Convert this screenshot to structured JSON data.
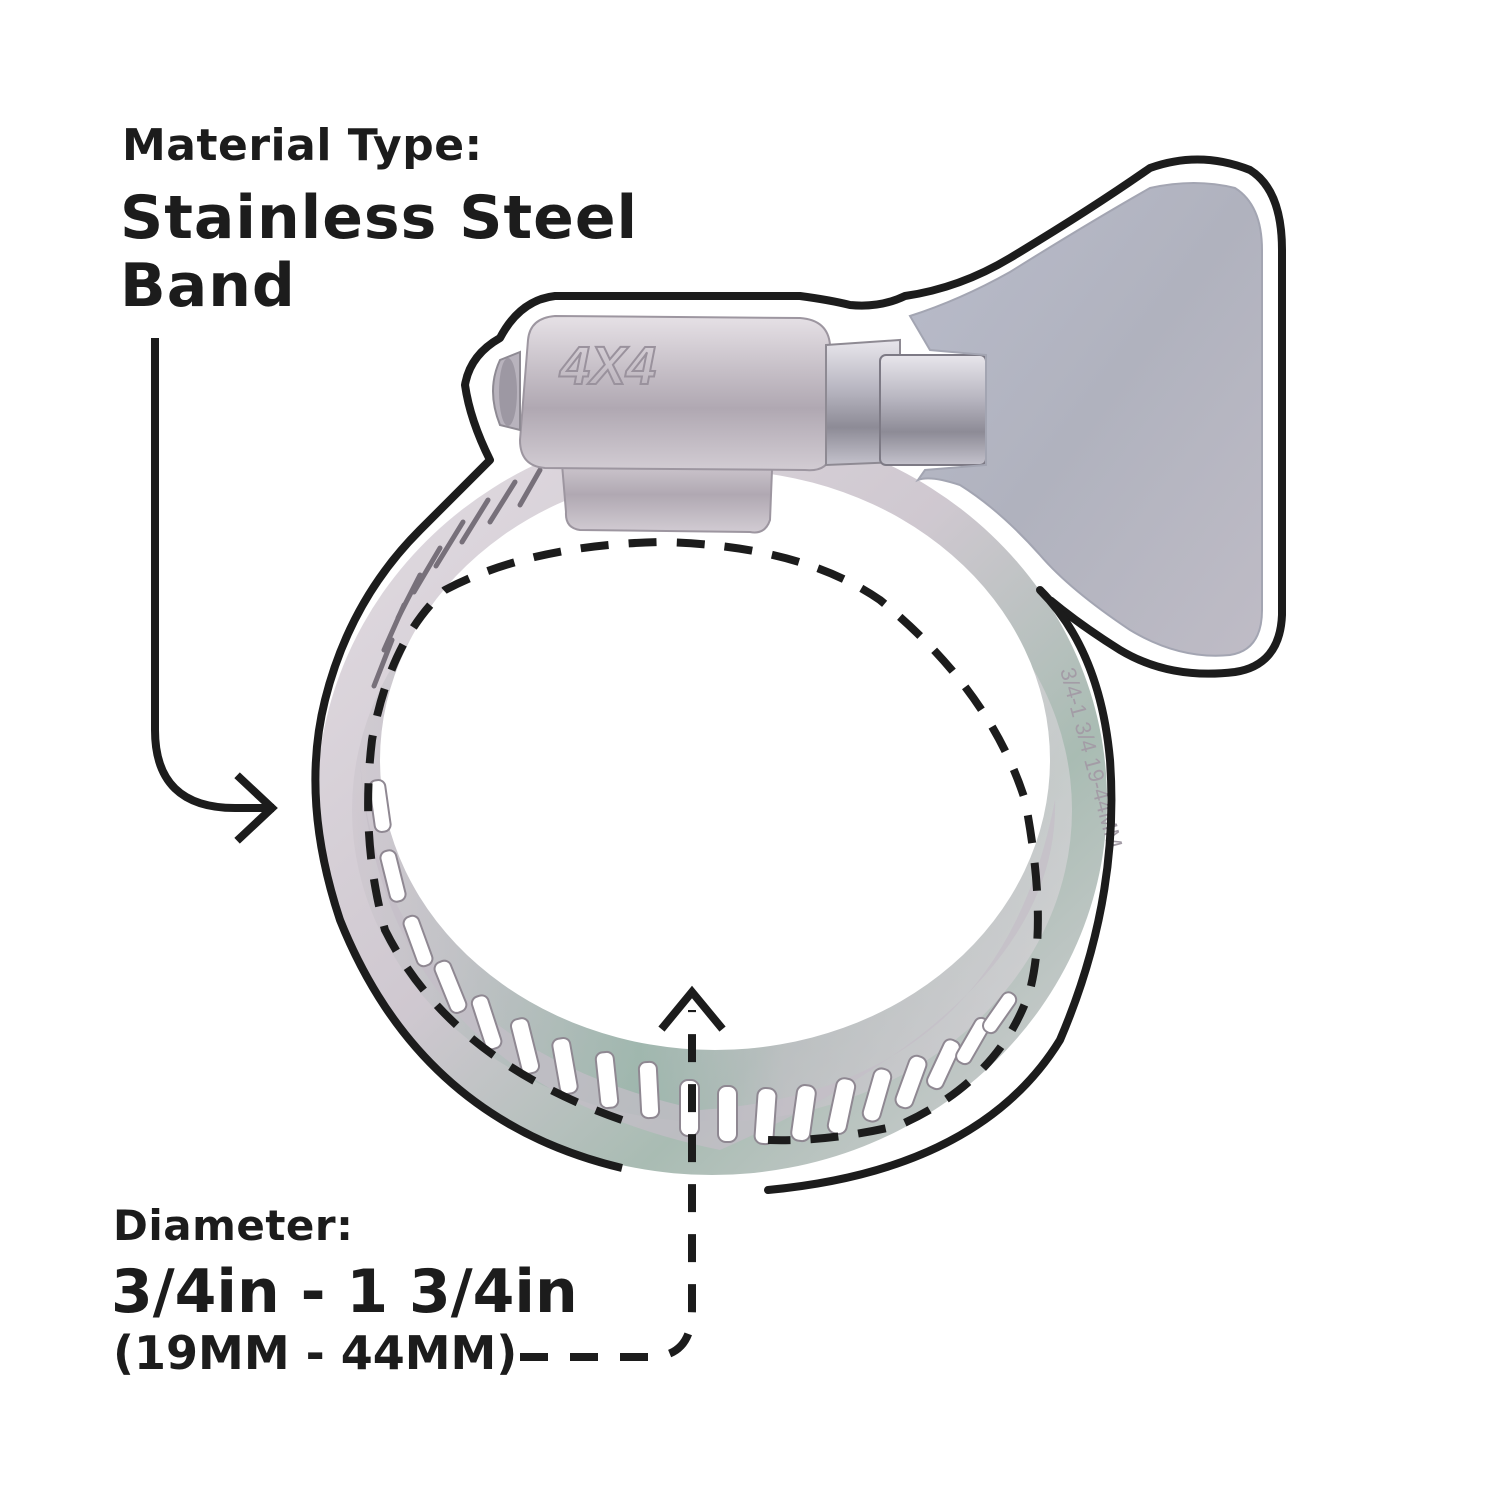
{
  "material": {
    "title": "Material Type:",
    "value_line1": "Stainless Steel",
    "value_line2": "Band"
  },
  "diameter": {
    "title": "Diameter:",
    "imperial": "3/4in - 1 3/4in",
    "metric": "(19MM - 44MM)"
  },
  "product": {
    "housing_marking": "4X4",
    "band_marking": "3/4-1 3/4 19-44MM",
    "part_names": [
      "thumb-screw-wing",
      "screw-housing",
      "perforated-band"
    ]
  },
  "colors": {
    "ink": "#1c1c1c",
    "steel_light": "#d9d3d9",
    "steel_mid": "#b9b2bb",
    "steel_dark": "#8e8a93",
    "wing": "#b3b6c2",
    "band_tint": "#9fb9ad",
    "background": "#ffffff"
  }
}
